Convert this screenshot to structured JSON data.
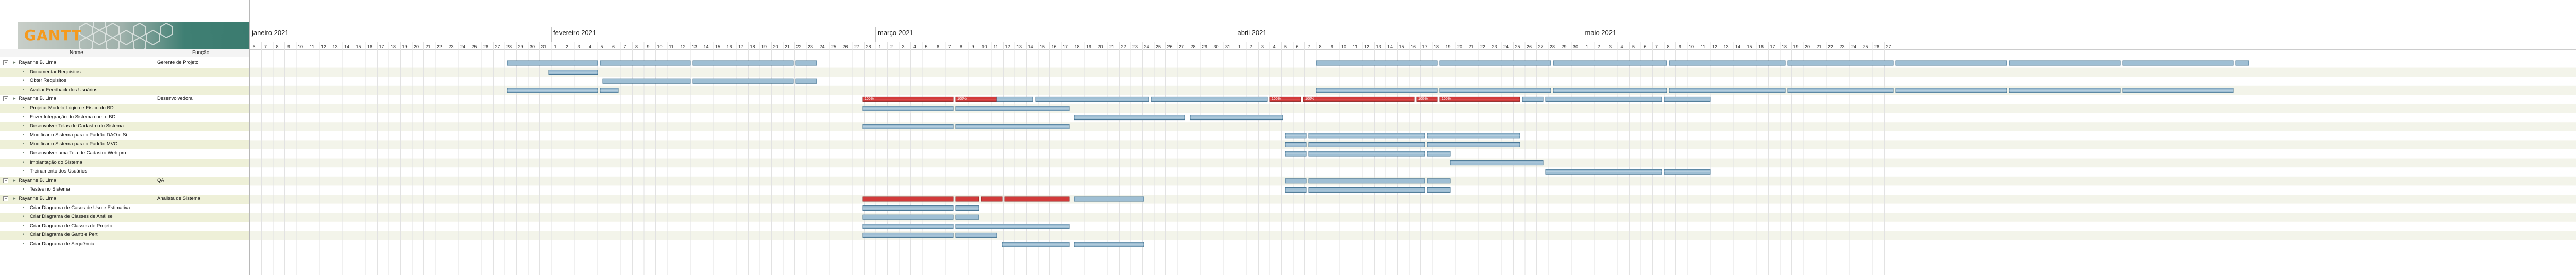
{
  "header": {
    "logo_text": "GANTT",
    "col_name": "Nome",
    "col_function": "Função"
  },
  "timeline": {
    "months": [
      "janeiro 2021",
      "fevereiro 2021",
      "março 2021",
      "abril 2021",
      "maio 2021"
    ],
    "days": [
      "6",
      "7",
      "8",
      "9",
      "10",
      "11",
      "12",
      "13",
      "14",
      "15",
      "16",
      "17",
      "18",
      "19",
      "20",
      "21",
      "22",
      "23",
      "24",
      "25",
      "26",
      "27",
      "28",
      "29",
      "30",
      "31",
      "1",
      "2",
      "3",
      "4",
      "5",
      "6",
      "7",
      "8",
      "9",
      "10",
      "11",
      "12",
      "13",
      "14",
      "15",
      "16",
      "17",
      "18",
      "19",
      "20",
      "21",
      "22",
      "23",
      "24",
      "25",
      "26",
      "27",
      "28",
      "1",
      "2",
      "3",
      "4",
      "5",
      "6",
      "7",
      "8",
      "9",
      "10",
      "11",
      "12",
      "13",
      "14",
      "15",
      "16",
      "17",
      "18",
      "19",
      "20",
      "21",
      "22",
      "23",
      "24",
      "25",
      "26",
      "27",
      "28",
      "29",
      "30",
      "31",
      "1",
      "2",
      "3",
      "4",
      "5",
      "6",
      "7",
      "8",
      "9",
      "10",
      "11",
      "12",
      "13",
      "14",
      "15",
      "16",
      "17",
      "18",
      "19",
      "20",
      "21",
      "22",
      "23",
      "24",
      "25",
      "26",
      "27",
      "28",
      "29",
      "30",
      "1",
      "2",
      "3",
      "4",
      "5",
      "6",
      "7",
      "8",
      "9",
      "10",
      "11",
      "12",
      "13",
      "14",
      "15",
      "16",
      "17",
      "18",
      "19",
      "20",
      "21",
      "22",
      "23",
      "24",
      "25",
      "26",
      "27"
    ]
  },
  "rows": [
    {
      "level": "top",
      "name": "Rayanne B. Lima",
      "function": "Gerente de Projeto",
      "alt": false
    },
    {
      "level": "sub",
      "name": "Documentar Requisitos",
      "function": "",
      "alt": true
    },
    {
      "level": "sub",
      "name": "Obter Requisitos",
      "function": "",
      "alt": false
    },
    {
      "level": "sub",
      "name": "Avaliar Feedback dos Usuários",
      "function": "",
      "alt": true
    },
    {
      "level": "top",
      "name": "Rayanne B. Lima",
      "function": "Desenvolvedora",
      "alt": false
    },
    {
      "level": "sub",
      "name": "Projetar Modelo Lógico e Físico do BD",
      "function": "",
      "alt": true
    },
    {
      "level": "sub",
      "name": "Fazer Integração do Sistema com o BD",
      "function": "",
      "alt": false
    },
    {
      "level": "sub",
      "name": "Desenvolver Telas de Cadastro do Sistema",
      "function": "",
      "alt": true
    },
    {
      "level": "sub",
      "name": "Modificar o Sistema para o Padrão DAO e Si...",
      "function": "",
      "alt": false
    },
    {
      "level": "sub",
      "name": "Modificar o Sistema para o Padrão MVC",
      "function": "",
      "alt": true
    },
    {
      "level": "sub",
      "name": "Desenvolver uma Tela de Cadastro Web pro ...",
      "function": "",
      "alt": false
    },
    {
      "level": "sub",
      "name": "Implantação do Sistema",
      "function": "",
      "alt": true
    },
    {
      "level": "sub",
      "name": "Treinamento dos Usuários",
      "function": "",
      "alt": false
    },
    {
      "level": "top",
      "name": "Rayanne B. Lima",
      "function": "QA",
      "alt": true
    },
    {
      "level": "sub",
      "name": "Testes no Sistema",
      "function": "",
      "alt": false
    },
    {
      "level": "top",
      "name": "Rayanne B. Lima",
      "function": "Analista de Sistema",
      "alt": true
    },
    {
      "level": "sub",
      "name": "Criar Diagrama de Casos de Uso e Estimativa",
      "function": "",
      "alt": false
    },
    {
      "level": "sub",
      "name": "Criar Diagrama de Classes de Análise",
      "function": "",
      "alt": true
    },
    {
      "level": "sub",
      "name": "Criar Diagrama de Classes de Projeto",
      "function": "",
      "alt": false
    },
    {
      "level": "sub",
      "name": "Criar Diagrama de Gantt e Pert",
      "function": "",
      "alt": true
    },
    {
      "level": "sub",
      "name": "Criar Diagrama de Sequência",
      "function": "",
      "alt": false
    }
  ],
  "bar_text": [
    "100%",
    "100%",
    "100%",
    "100%",
    "100%",
    "100%"
  ],
  "colors": {
    "task_bar": "#9fbfd4",
    "task_bar_border": "#40708f",
    "overdue_bar": "#d23a3a",
    "row_alt": "#eef0d8",
    "logo_orange": "#f59a1e"
  }
}
